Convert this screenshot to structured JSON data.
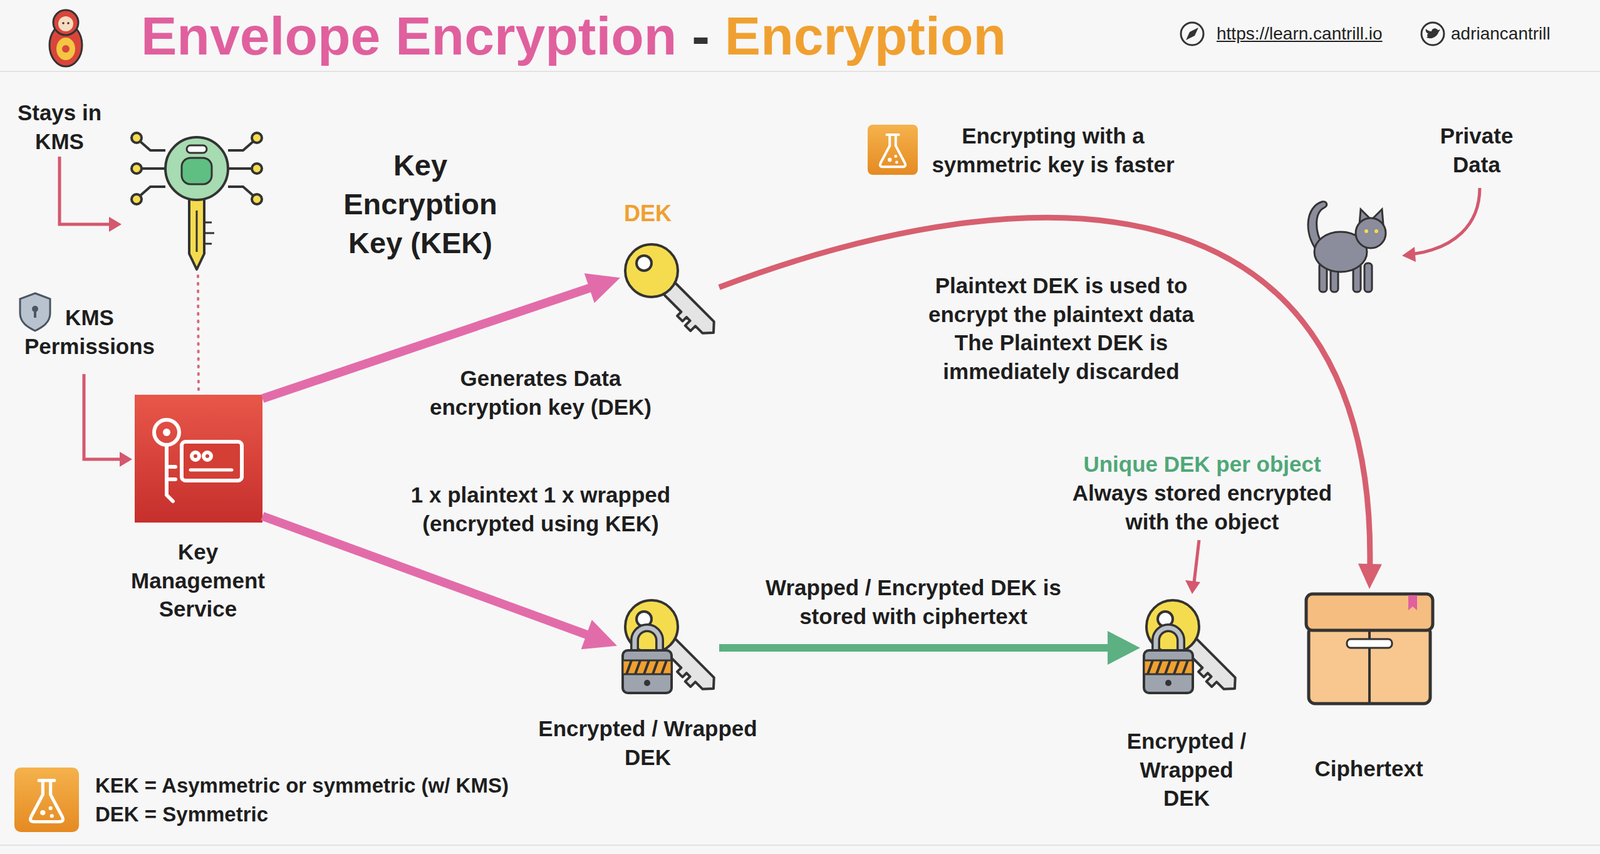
{
  "diagram": {
    "title": "Envelope Encryption - Encryption",
    "nodes": [
      {
        "text": [
          "Key Encryption Key (KEK)"
        ]
      },
      {
        "text": [
          "DEK"
        ]
      },
      {
        "text": [
          "Private Data"
        ]
      },
      {
        "text": [
          "Key Management Service"
        ]
      },
      {
        "text": [
          "Encrypted / Wrapped DEK"
        ]
      },
      {
        "text": [
          "Encrypted / Wrapped DEK"
        ]
      },
      {
        "text": [
          "Ciphertext"
        ]
      }
    ],
    "edges": [
      {
        "from": 0,
        "to": 3,
        "arrow": "none"
      },
      {
        "from": 3,
        "to": 1,
        "label": "Generates Data encryption key (DEK)",
        "arrow": "to"
      },
      {
        "from": 3,
        "to": 4,
        "label": "1 x plaintext 1 x wrapped (encrypted using KEK)",
        "arrow": "to"
      },
      {
        "from": 1,
        "to": 6,
        "label": "Plaintext DEK is used to encrypt the plaintext data The Plaintext DEK is immediately discarded",
        "arrow": "to"
      },
      {
        "from": 4,
        "to": 5,
        "label": "Wrapped / Encrypted DEK is stored with ciphertext",
        "arrow": "to"
      }
    ],
    "labels": [
      "https://learn.cantrill.io",
      "adriancantrill",
      "Stays in KMS",
      "KMS Permissions",
      "Encrypting with a symmetric key is faster",
      "Unique DEK per object",
      "Always stored encrypted with the object",
      "KEK = Asymmetric or symmetric (w/ KMS)",
      "DEK = Symmetric"
    ]
  }
}
